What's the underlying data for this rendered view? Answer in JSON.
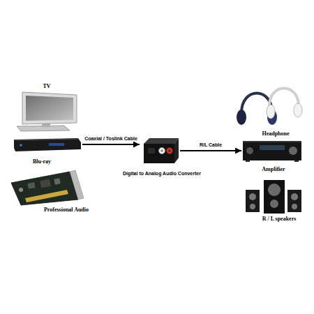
{
  "diagram": {
    "nodes": [
      {
        "text": [
          "TV"
        ]
      },
      {
        "text": [
          "Blu-ray"
        ]
      },
      {
        "text": [
          "Professional Audio"
        ]
      },
      {
        "text": [
          "Digital to Analog Audio Converter"
        ]
      },
      {
        "text": [
          "Headphone"
        ]
      },
      {
        "text": [
          "Amplifier"
        ]
      },
      {
        "text": [
          "R / L speakers"
        ]
      }
    ],
    "edges": [
      {
        "from": 1,
        "to": 3,
        "label": "Coaxial / Toslink Cable",
        "arrow": "to"
      },
      {
        "from": 3,
        "to": 5,
        "label": "R/L Cable",
        "arrow": "to"
      }
    ]
  }
}
